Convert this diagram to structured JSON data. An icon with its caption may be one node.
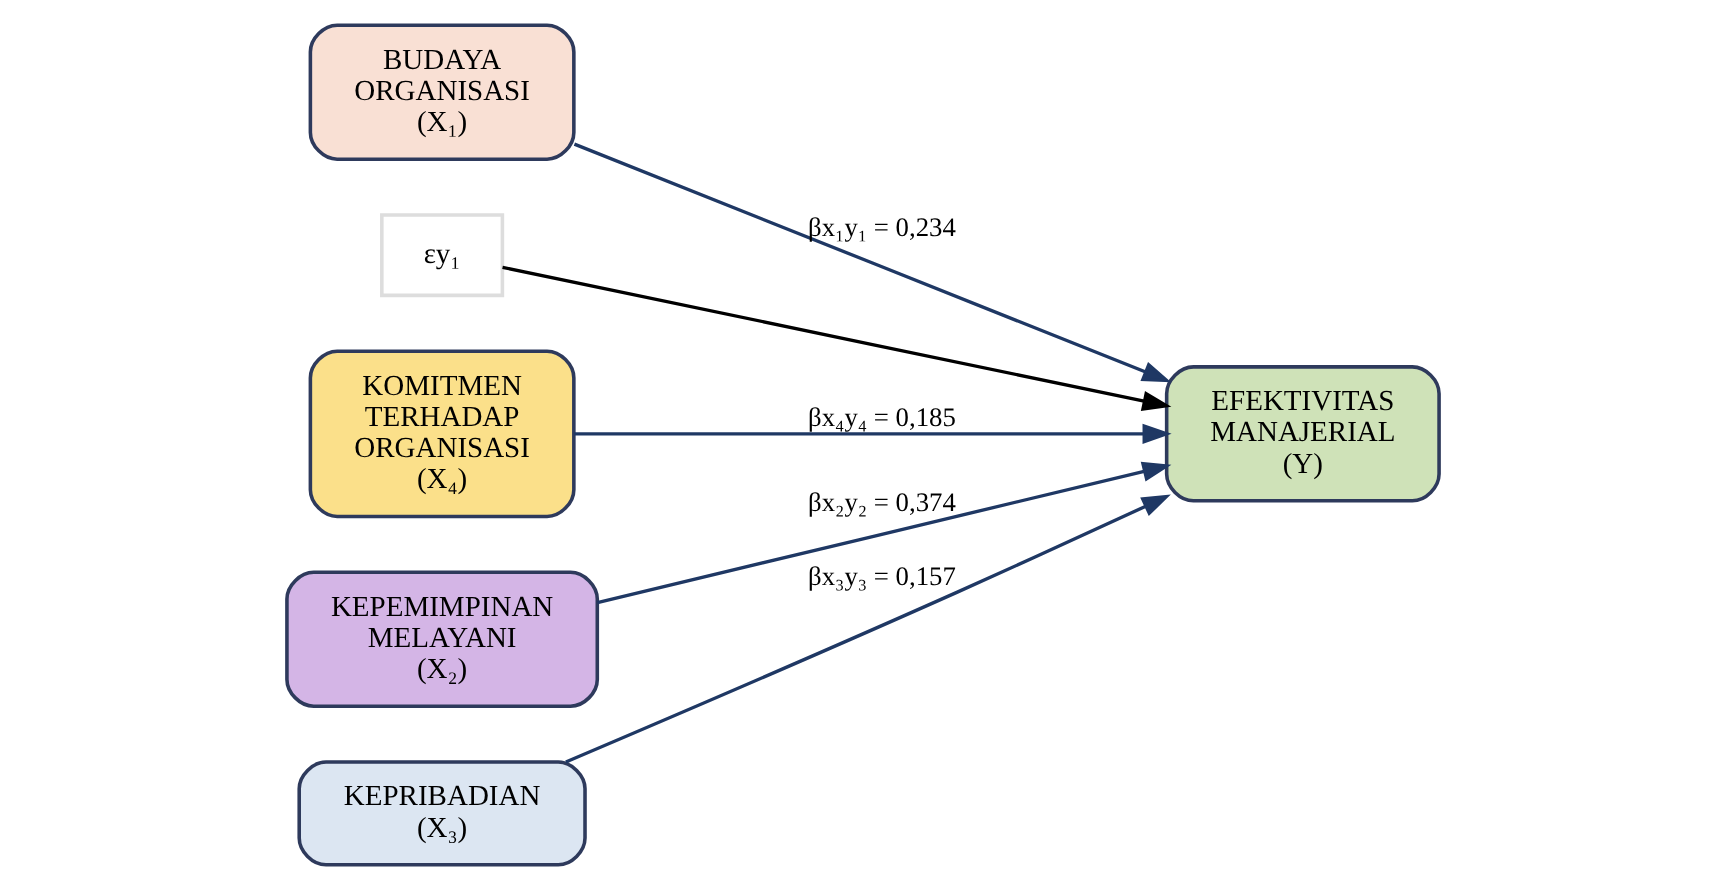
{
  "diagram": {
    "nodes": [
      {
        "text": [
          "BUDAYA ORGANISASI (X₁)"
        ]
      },
      {
        "text": [
          "εy₁"
        ]
      },
      {
        "text": [
          "KOMITMEN TERHADAP ORGANISASI (X₄)"
        ]
      },
      {
        "text": [
          "KEPEMIMPINAN MELAYANI (X₂)"
        ]
      },
      {
        "text": [
          "KEPRIBADIAN (X₃)"
        ]
      },
      {
        "text": [
          "EFEKTIVITAS MANAJERIAL (Y)"
        ]
      }
    ],
    "edges": [
      {
        "from": 0,
        "to": 5,
        "arrow": "to",
        "label": "βx₁y₁ = 0,234"
      },
      {
        "from": 1,
        "to": 5,
        "arrow": "to",
        "color": "#000000"
      },
      {
        "from": 2,
        "to": 5,
        "arrow": "to",
        "label": "βx₄y₄ = 0,185"
      },
      {
        "from": 3,
        "to": 5,
        "arrow": "to",
        "label": "βx₂y₂ = 0,374"
      },
      {
        "from": 4,
        "to": 5,
        "arrow": "to",
        "label": "βx₃y₃ = 0,157"
      }
    ]
  }
}
